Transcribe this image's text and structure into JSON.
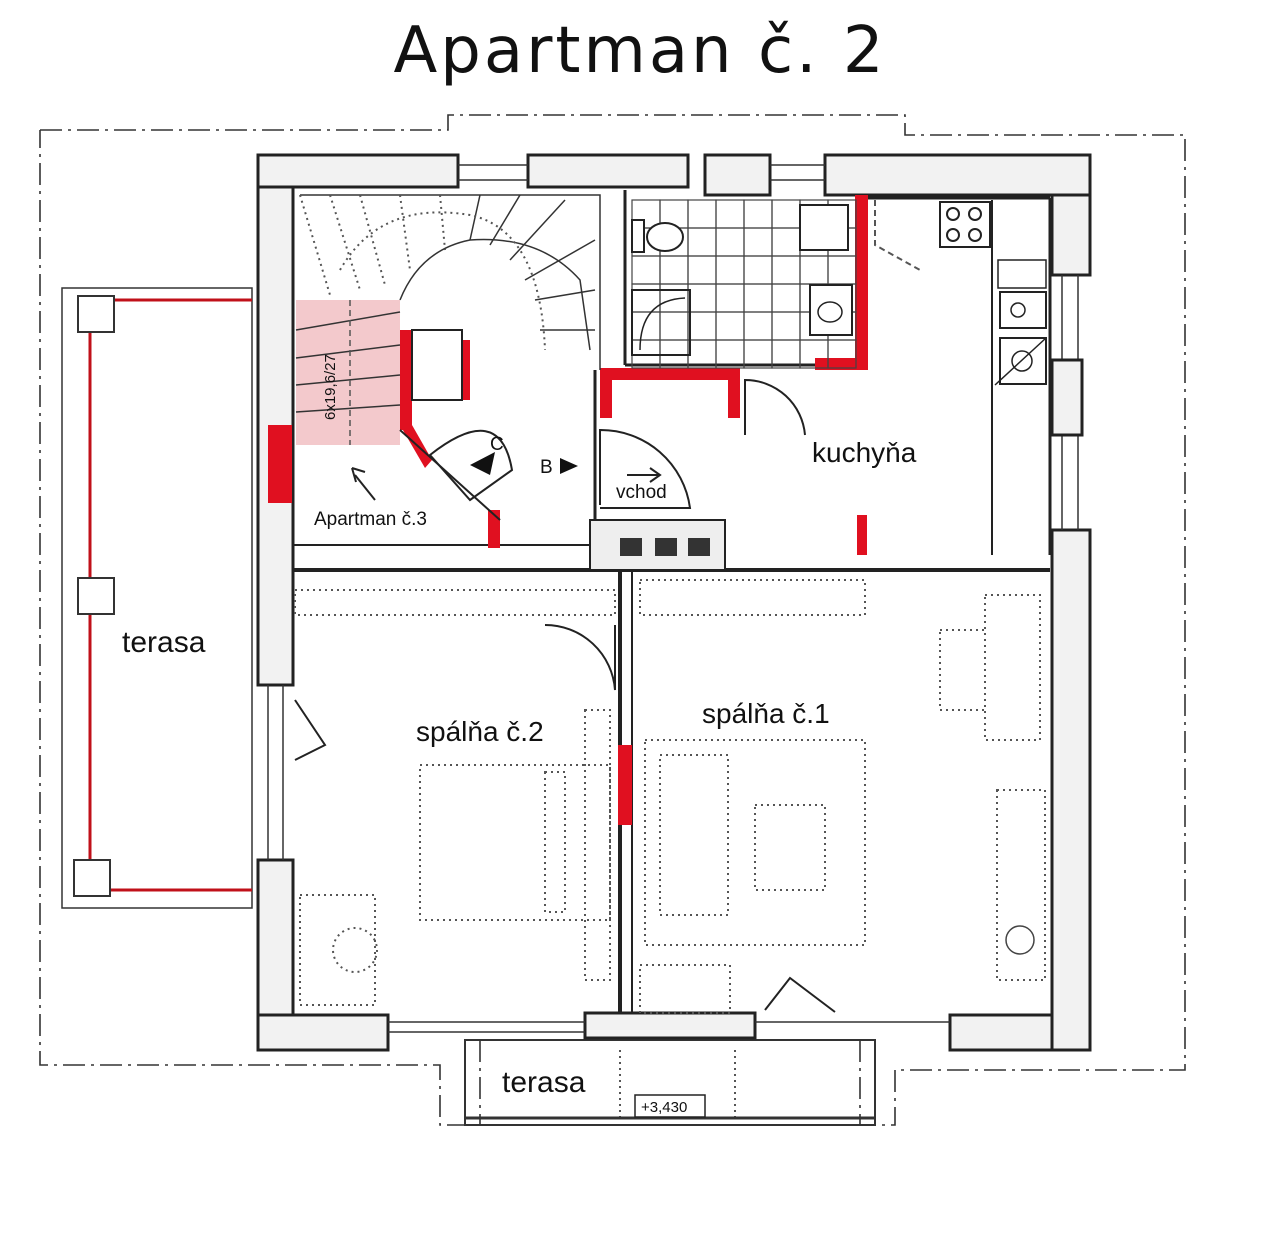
{
  "title": "Apartman č. 2",
  "rooms": {
    "terasa_left": "terasa",
    "terasa_bottom": "terasa",
    "kitchen": "kuchyňa",
    "entrance": "vchod",
    "bedroom2": "spálňa č.2",
    "bedroom1": "spálňa č.1",
    "apartment3": "Apartman č.3"
  },
  "annotations": {
    "stair_dims": "6x19,6/27",
    "marker_b": "B",
    "marker_c": "C",
    "elevation": "+3,430"
  },
  "colors": {
    "accent_red": "#e01020",
    "wall_fill": "#f2f2f2",
    "line": "#222222"
  }
}
